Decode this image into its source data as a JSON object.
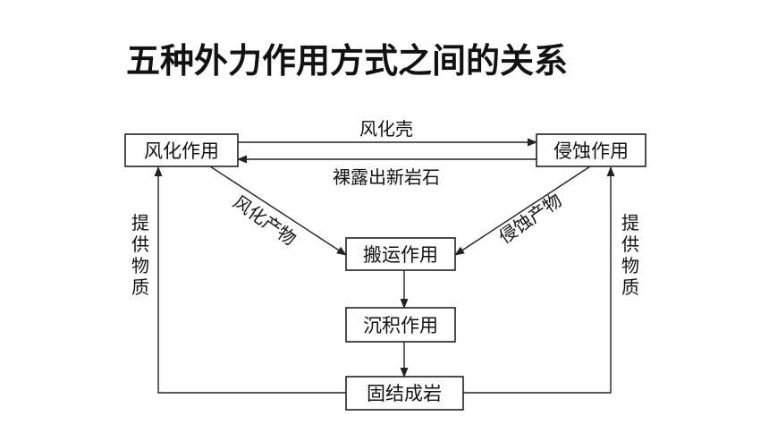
{
  "title": "五种外力作用方式之间的关系",
  "nodes": {
    "weathering": "风化作用",
    "erosion": "侵蚀作用",
    "transport": "搬运作用",
    "deposition": "沉积作用",
    "lithification": "固结成岩"
  },
  "edges": {
    "weathering_to_erosion": "风化壳",
    "erosion_to_weathering": "裸露出新岩石",
    "weathering_products": "风化产物",
    "erosion_products": "侵蚀产物",
    "left_supply_chars": [
      "提",
      "供",
      "物",
      "质"
    ],
    "right_supply_chars": [
      "提",
      "供",
      "物",
      "质"
    ]
  }
}
